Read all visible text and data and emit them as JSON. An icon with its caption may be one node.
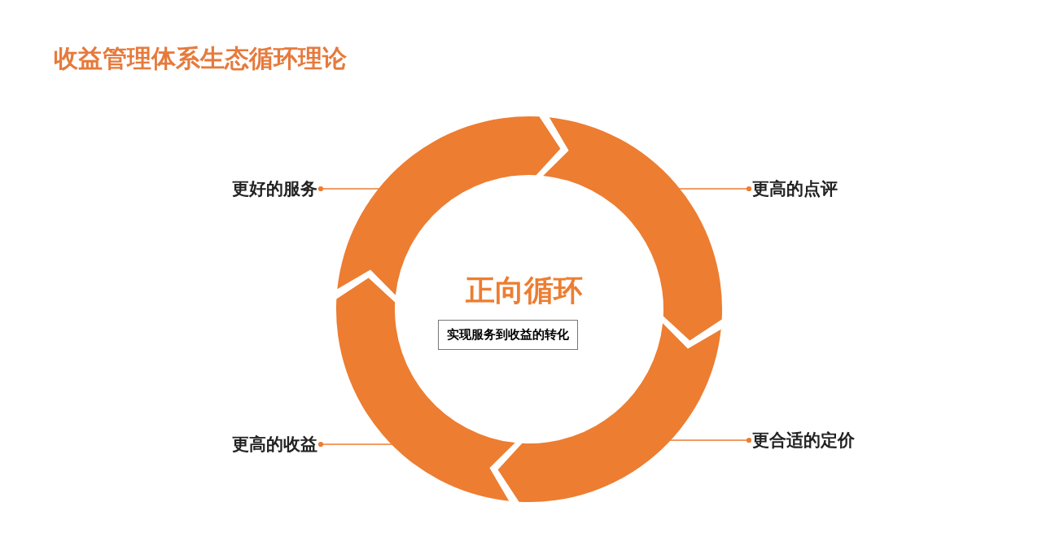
{
  "diagram": {
    "title": "收益管理体系生态循环理论",
    "nodes": [
      {
        "text": [
          "更好的服务"
        ]
      },
      {
        "text": [],
        "shape": "arc"
      },
      {
        "text": [],
        "shape": "arc"
      },
      {
        "text": [
          "更高的点评"
        ]
      },
      {
        "text": [
          "实现服务到收益的转化"
        ]
      },
      {
        "text": [
          "更高的收益"
        ]
      },
      {
        "text": [],
        "shape": "arc"
      },
      {
        "text": [],
        "shape": "arc"
      },
      {
        "text": [
          "更合适的定价"
        ]
      }
    ],
    "edges": [
      {
        "from": 0,
        "to": 1,
        "arrow": "other"
      },
      {
        "from": 3,
        "to": 2,
        "arrow": "other"
      },
      {
        "from": 5,
        "to": 6,
        "arrow": "other"
      },
      {
        "from": 8,
        "to": 7,
        "arrow": "other"
      }
    ],
    "labels": [
      "正向循环"
    ]
  }
}
